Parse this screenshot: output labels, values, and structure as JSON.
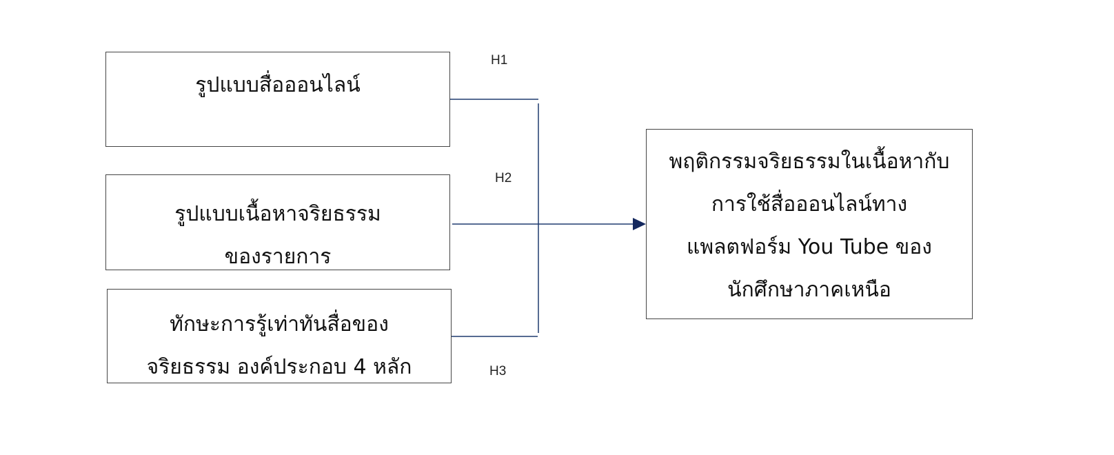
{
  "inputs": [
    {
      "lines": [
        "รูปแบบสื่อออนไลน์"
      ]
    },
    {
      "lines": [
        "รูปแบบเนื้อหาจริยธรรม",
        "ของรายการ"
      ]
    },
    {
      "lines": [
        "ทักษะการรู้เท่าทันสื่อของ",
        "จริยธรรม องค์ประกอบ 4 หลัก"
      ]
    }
  ],
  "hypotheses": [
    "H1",
    "H2",
    "H3"
  ],
  "outcome": {
    "lines": [
      "พฤติกรรมจริยธรรมในเนื้อหากับ",
      "การใช้สื่อออนไลน์ทาง",
      "แพลตฟอร์ม You Tube ของ",
      "นักศึกษาภาคเหนือ"
    ]
  },
  "colors": {
    "connector": "#1f3a6e",
    "arrow": "#14285e",
    "border": "#444444"
  }
}
